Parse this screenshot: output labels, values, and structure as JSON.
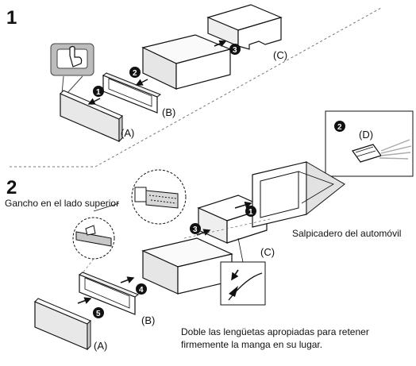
{
  "steps": {
    "one": "1",
    "two": "2"
  },
  "labels": {
    "a": "(A)",
    "b": "(B)",
    "c": "(C)",
    "d": "(D)"
  },
  "step_markers": [
    "1",
    "2",
    "3",
    "4",
    "5"
  ],
  "annotations": {
    "hook": "Gancho en el lado superior",
    "dashboard": "Salpicadero del automóvil",
    "note_line1": "Doble las lengüetas apropiadas para retener",
    "note_line2": "firmemente la manga en su lugar."
  }
}
